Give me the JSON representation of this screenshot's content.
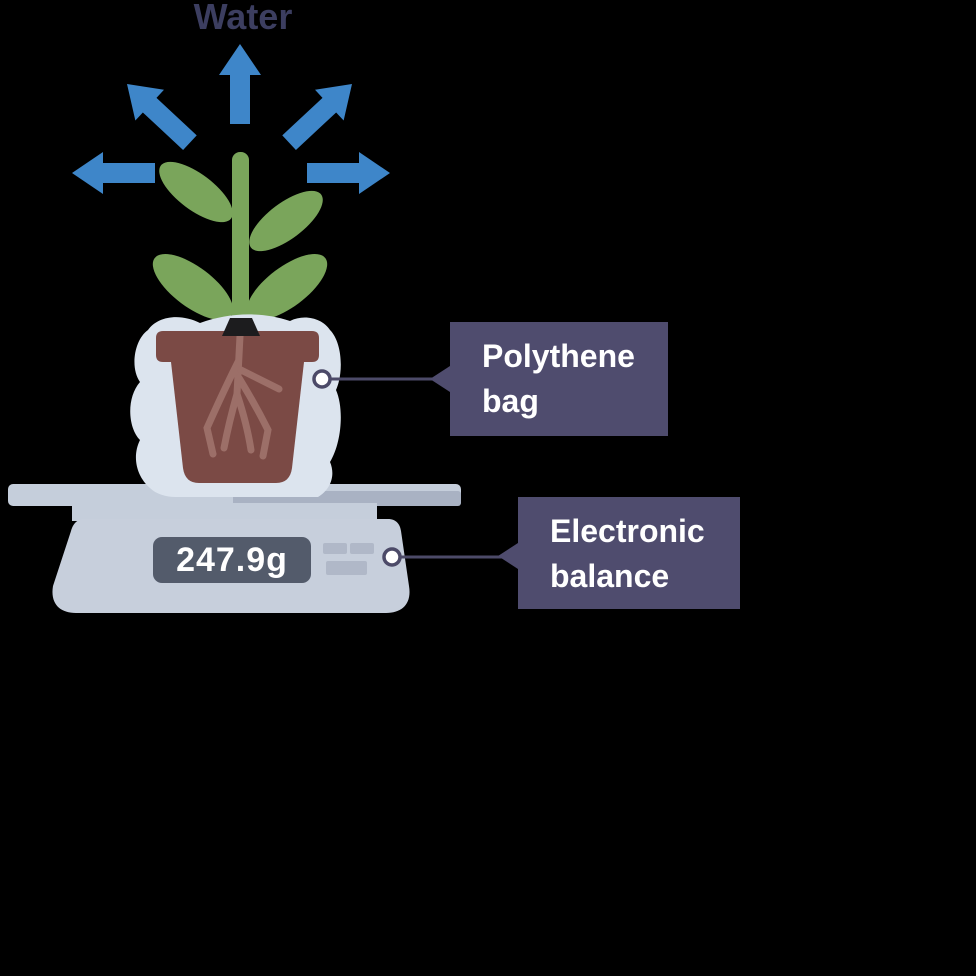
{
  "scene": {
    "water_label": "Water"
  },
  "balance": {
    "display_value": "247.9g"
  },
  "callouts": [
    {
      "label": "Polythene bag"
    },
    {
      "label": "Electronic balance"
    }
  ],
  "colors": {
    "background": "#000000",
    "arrow_blue": "#3e86c9",
    "plant_green": "#7aa55b",
    "pot_brown": "#7b4a45",
    "root_brown": "#9c6f68",
    "soil_dark": "#1c1c1e",
    "bag_light": "#dce4ee",
    "balance_light": "#c5cedb",
    "balance_shade": "#a9b2c3",
    "button_grey": "#b0b8c8",
    "display_dark": "#535b6b",
    "callout_box": "#4f4c6e",
    "connector": "#4c4a68",
    "water_text": "#3c3e60",
    "label_text": "#ffffff"
  }
}
